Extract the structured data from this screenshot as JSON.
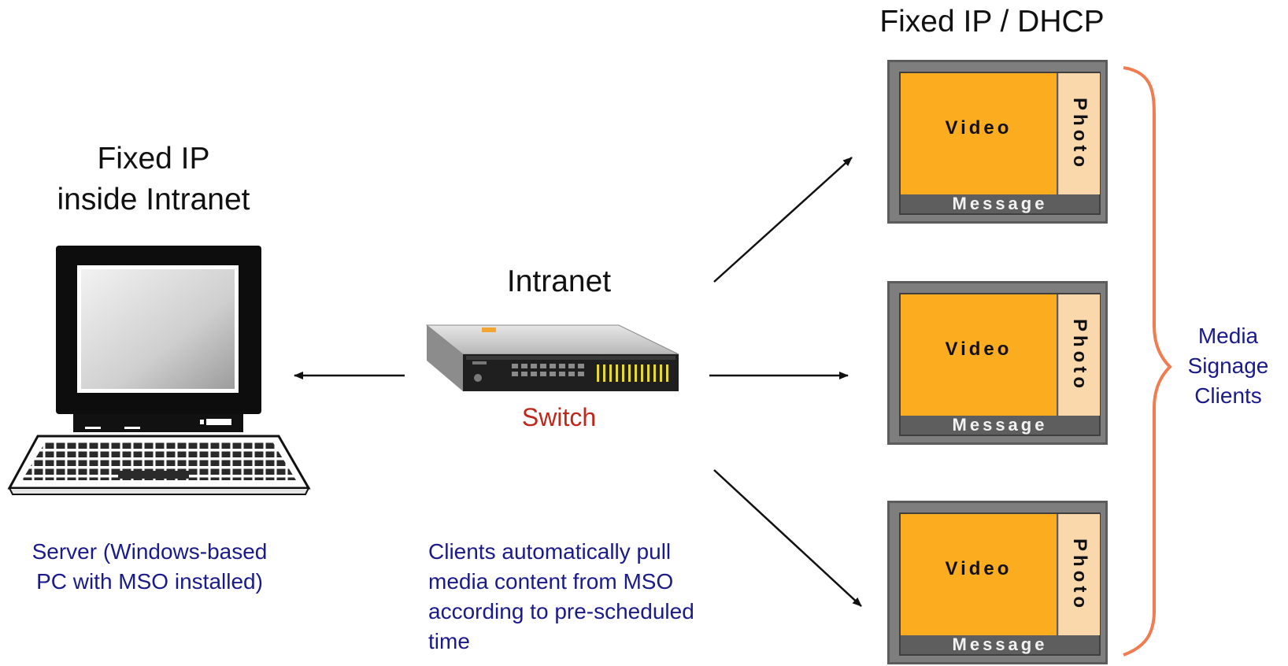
{
  "server": {
    "heading_line1": "Fixed IP",
    "heading_line2": "inside Intranet",
    "desc_line1": "Server (Windows-based",
    "desc_line2": "PC with MSO installed)"
  },
  "network": {
    "intranet_label": "Intranet",
    "switch_label": "Switch",
    "pull_line1": "Clients automatically pull",
    "pull_line2": "media content from MSO",
    "pull_line3": "according to pre-scheduled",
    "pull_line4": "time"
  },
  "clients": {
    "heading": "Fixed IP / DHCP",
    "group_line1": "Media",
    "group_line2": "Signage",
    "group_line3": "Clients",
    "items": [
      {
        "video": "Video",
        "photo": "Photo",
        "message": "Message"
      },
      {
        "video": "Video",
        "photo": "Photo",
        "message": "Message"
      },
      {
        "video": "Video",
        "photo": "Photo",
        "message": "Message"
      }
    ]
  },
  "colors": {
    "label_navy": "#1a1a8a",
    "switch_red": "#c0271b",
    "brace_orange": "#f07c50",
    "video_orange": "#fbac1f",
    "photo_peach": "#fbd8ab"
  },
  "icons": {
    "server": "desktop-pc-icon",
    "switch": "network-switch-icon"
  }
}
